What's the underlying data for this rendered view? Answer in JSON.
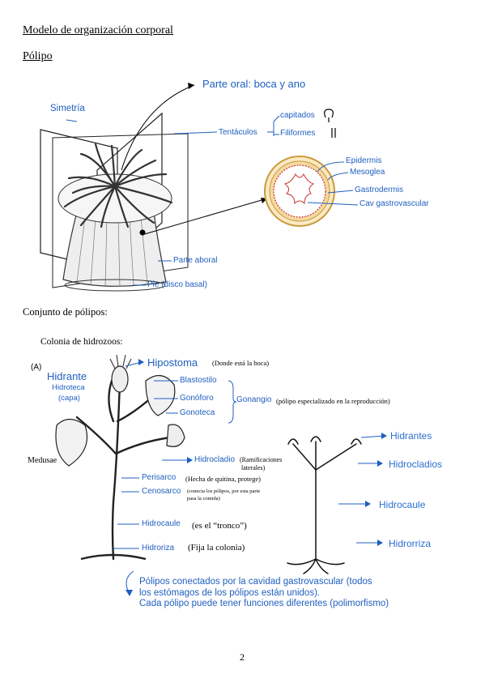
{
  "header": {
    "title": "Modelo de organización corporal",
    "subtitle": "Pólipo"
  },
  "polyp": {
    "simetria": "Simetría",
    "parte_oral": "Parte oral: boca y ano",
    "tentaculos": "Tentáculos",
    "capitados": "capitados",
    "filiformes": "Filiformes",
    "epidermis": "Epidermis",
    "mesoglea": "Mesoglea",
    "gastrodermis": "Gastrodermis",
    "cav": "Cav gastrovascular",
    "parte_aboral": "Parte aboral",
    "pie": "Pie (disco basal)"
  },
  "section2": {
    "title": "Conjunto de pólipos:",
    "colony": "Colonia de hidrozoos:"
  },
  "colony": {
    "panel_a": "(A)",
    "hipostoma": "Hipostoma",
    "hipostoma_note": "(Donde está la boca)",
    "hidrante": "Hidrante",
    "hidroteca": "Hidroteca",
    "capa": "(capa)",
    "blastostilo": "Blastostilo",
    "gonoforo": "Gonóforo",
    "gonoteca": "Gonoteca",
    "gonangio": "Gonangio",
    "gonangio_note": "(pólipo especializado en la reproducción)",
    "medusae": "Medusae",
    "hidrocladio": "Hidrocladio",
    "hidrocladio_note1": "(Ramificaciones",
    "hidrocladio_note2": "laterales)",
    "perisarco": "Perisarco",
    "perisarco_note": "(Hecha de quitina, protege)",
    "cenosarco": "Cenosarco",
    "cenosarco_note1": "(conecta los pólipos, por esta parte",
    "cenosarco_note2": "pasa la comida)",
    "hidrocaule": "Hidrocaule",
    "hidrocaule_note": "(es el “tronco”)",
    "hidroriza": "Hidroriza",
    "hidroriza_note": "(Fija la colonia)"
  },
  "right_labels": {
    "hidrantes": "Hidrantes",
    "hidrocladios": "Hidrocladios",
    "hidrocaule": "Hidrocaule",
    "hidrorriza": "Hidrorriza"
  },
  "bottom_note": {
    "line1": "Pólipos conectados por la cavidad gastrovascular (todos",
    "line2": "los estómagos de los pólipos están unidos).",
    "line3": "Cada pólipo puede tener funciones diferentes (polimorfismo)"
  },
  "page_number": "2",
  "colors": {
    "label_blue": "#1f5fbf",
    "mesoglea_ring": "#e6c074"
  }
}
